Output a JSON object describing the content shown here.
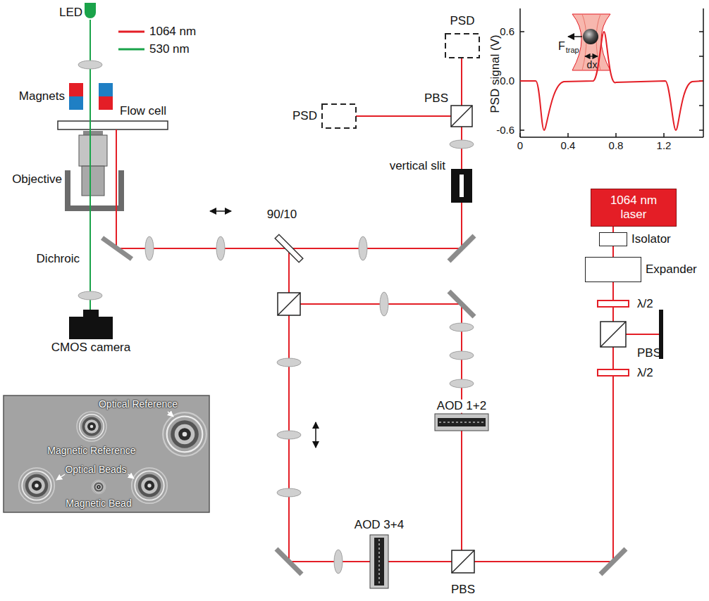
{
  "diagram": {
    "nodes": [
      {
        "text": [
          "1064 nm laser"
        ]
      },
      {
        "text": [
          "Isolator"
        ]
      },
      {
        "text": [
          "Expander"
        ]
      }
    ],
    "edges": [
      {
        "from": 0,
        "to": 1,
        "arrow": "none"
      },
      {
        "from": 1,
        "to": 2,
        "arrow": "none"
      }
    ],
    "labels": [
      "LED",
      "Magnets",
      "Flow cell",
      "Objective",
      "Dichroic",
      "CMOS camera",
      "PSD",
      "PBS",
      "PSD",
      "vertical slit",
      "90/10",
      "0.6",
      "0.0",
      "-0.6",
      "0",
      "0.4",
      "0.8",
      "1.2",
      "PSD signal (V)",
      "F",
      "trap",
      "dx",
      "λ/2",
      "PBS",
      "λ/2",
      "AOD 1+2",
      "AOD 3+4",
      "PBS",
      "Optical Reference",
      "Magnetic Reference",
      "Optical Beads",
      "Magnetic Bead"
    ],
    "legend": [
      {
        "text": "1064 nm"
      },
      {
        "text": "530 nm"
      }
    ]
  }
}
